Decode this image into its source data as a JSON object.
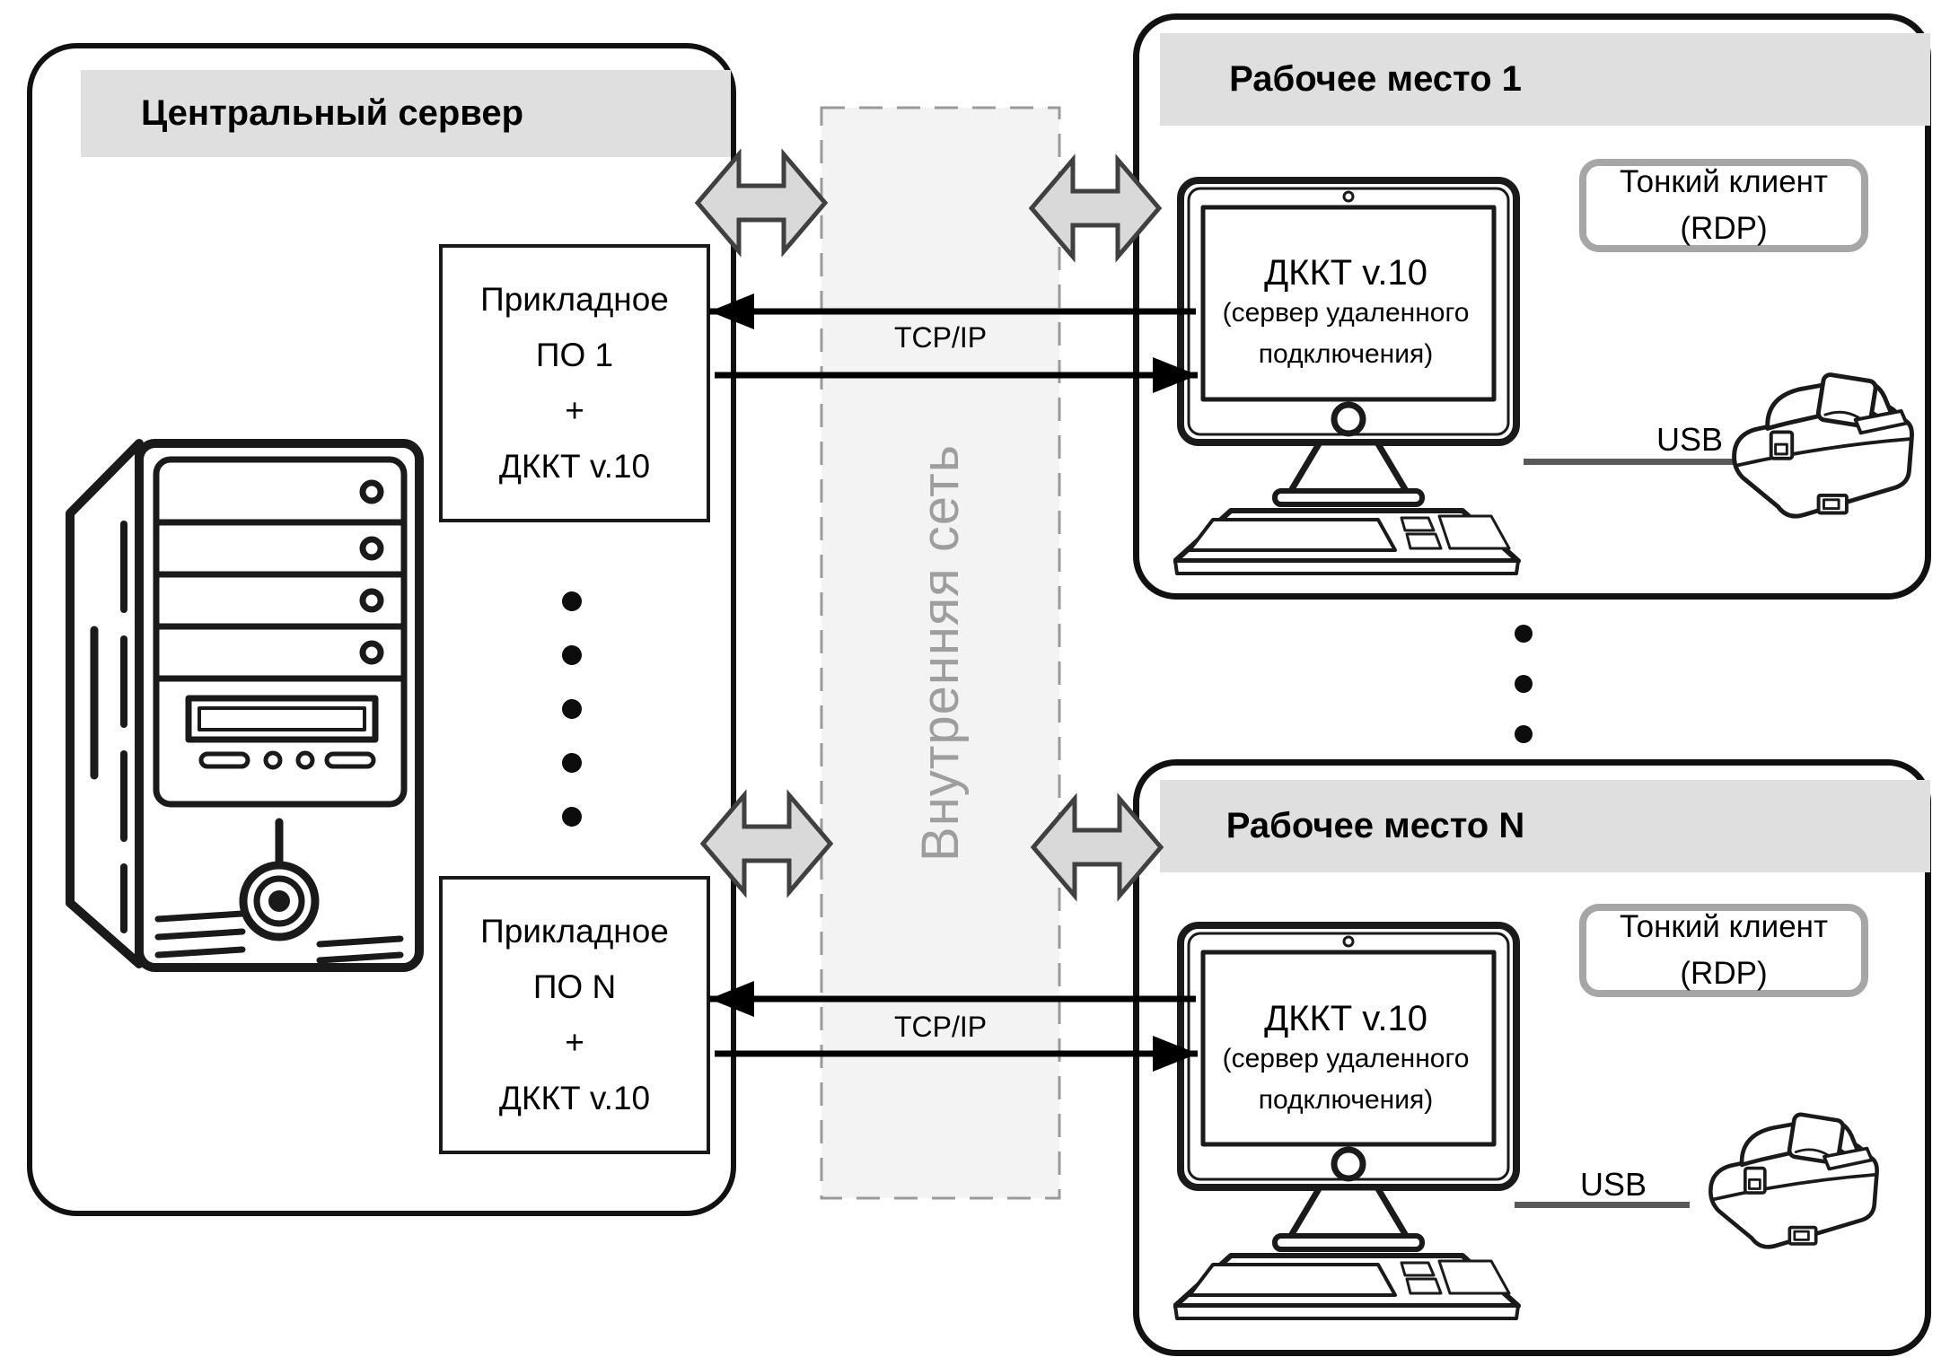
{
  "colors": {
    "header_bg": "#dfdfdf",
    "net_fill": "#f2f3f2",
    "net_border": "#9a9a9a",
    "net_text": "#9e9e9e",
    "arrow_fill": "#d9d9d9",
    "arrow_stroke": "#404040",
    "thin_client_border": "#a6a6a6",
    "usb_line": "#595959",
    "ink": "#111111"
  },
  "central_server": {
    "title": "Центральный сервер",
    "app_box_top": {
      "line1": "Прикладное",
      "line2": "ПО 1",
      "line3": "+",
      "line4": "ДККТ v.10"
    },
    "app_box_bottom": {
      "line1": "Прикладное",
      "line2": "ПО N",
      "line3": "+",
      "line4": "ДККТ v.10"
    }
  },
  "network": {
    "label": "Внутренняя сеть",
    "tcp_label_top": "TCP/IP",
    "tcp_label_bottom": "TCP/IP"
  },
  "workstation_top": {
    "title": "Рабочее место 1",
    "screen_line1": "ДККТ v.10",
    "screen_line2": "(сервер удаленного",
    "screen_line3": "подключения)",
    "thin_client_line1": "Тонкий клиент",
    "thin_client_line2": "(RDP)",
    "usb_label": "USB"
  },
  "workstation_bottom": {
    "title": "Рабочее место N",
    "screen_line1": "ДККТ v.10",
    "screen_line2": "(сервер удаленного",
    "screen_line3": "подключения)",
    "thin_client_line1": "Тонкий клиент",
    "thin_client_line2": "(RDP)",
    "usb_label": "USB"
  }
}
